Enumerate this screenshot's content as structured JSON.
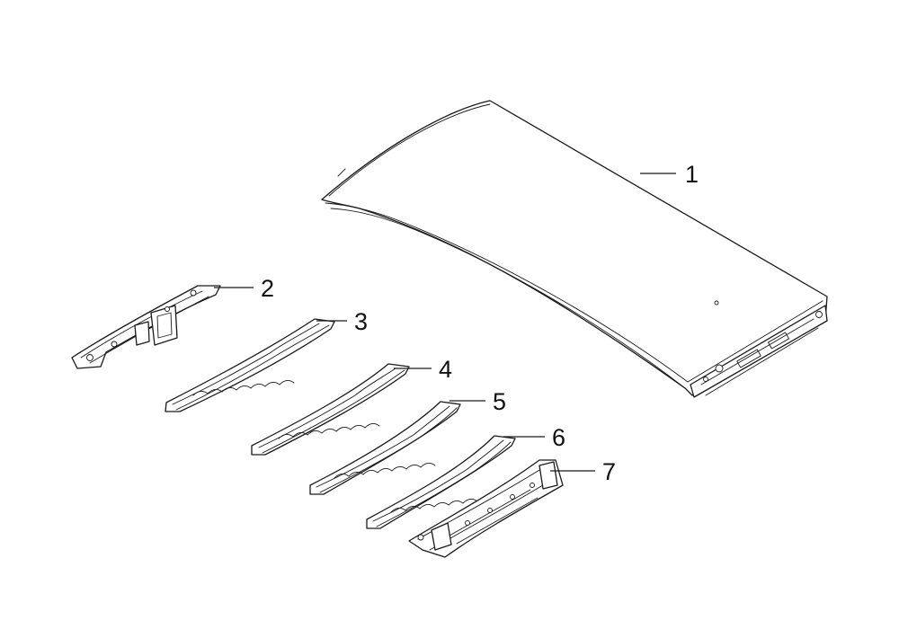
{
  "diagram": {
    "line_color": "#1a1a1a",
    "background": "#ffffff",
    "callouts": [
      {
        "id": "1",
        "label": "1"
      },
      {
        "id": "2",
        "label": "2"
      },
      {
        "id": "3",
        "label": "3"
      },
      {
        "id": "4",
        "label": "4"
      },
      {
        "id": "5",
        "label": "5"
      },
      {
        "id": "6",
        "label": "6"
      },
      {
        "id": "7",
        "label": "7"
      }
    ]
  }
}
